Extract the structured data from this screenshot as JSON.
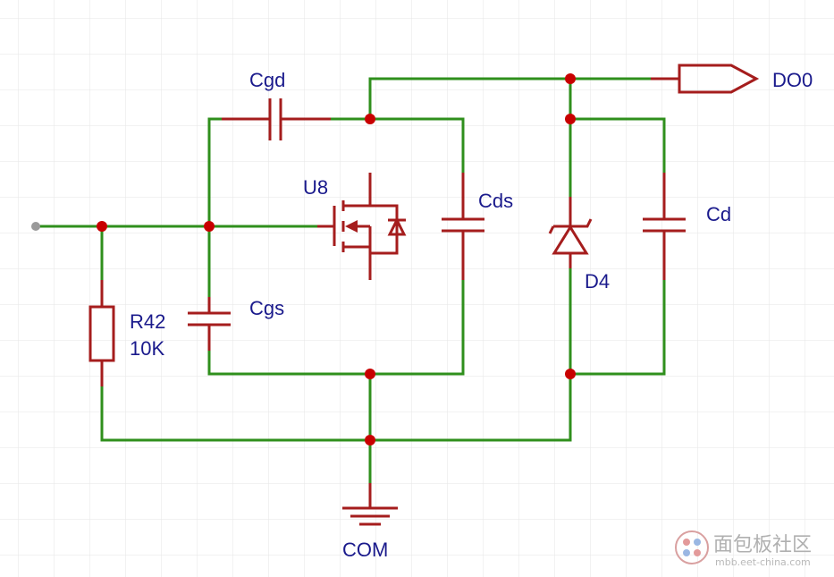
{
  "labels": {
    "cgd": "Cgd",
    "u8": "U8",
    "cds": "Cds",
    "cd": "Cd",
    "d4": "D4",
    "r42_ref": "R42",
    "r42_val": "10K",
    "cgs": "Cgs",
    "com": "COM",
    "do0": "DO0"
  },
  "watermark": {
    "title": "面包板社区",
    "url": "mbb.eet-china.com"
  },
  "colors": {
    "wire": "#2f8f1c",
    "component": "#a51d1d",
    "junction": "#c80000",
    "label": "#1a1a8c",
    "grid": "#e6e6e6"
  }
}
